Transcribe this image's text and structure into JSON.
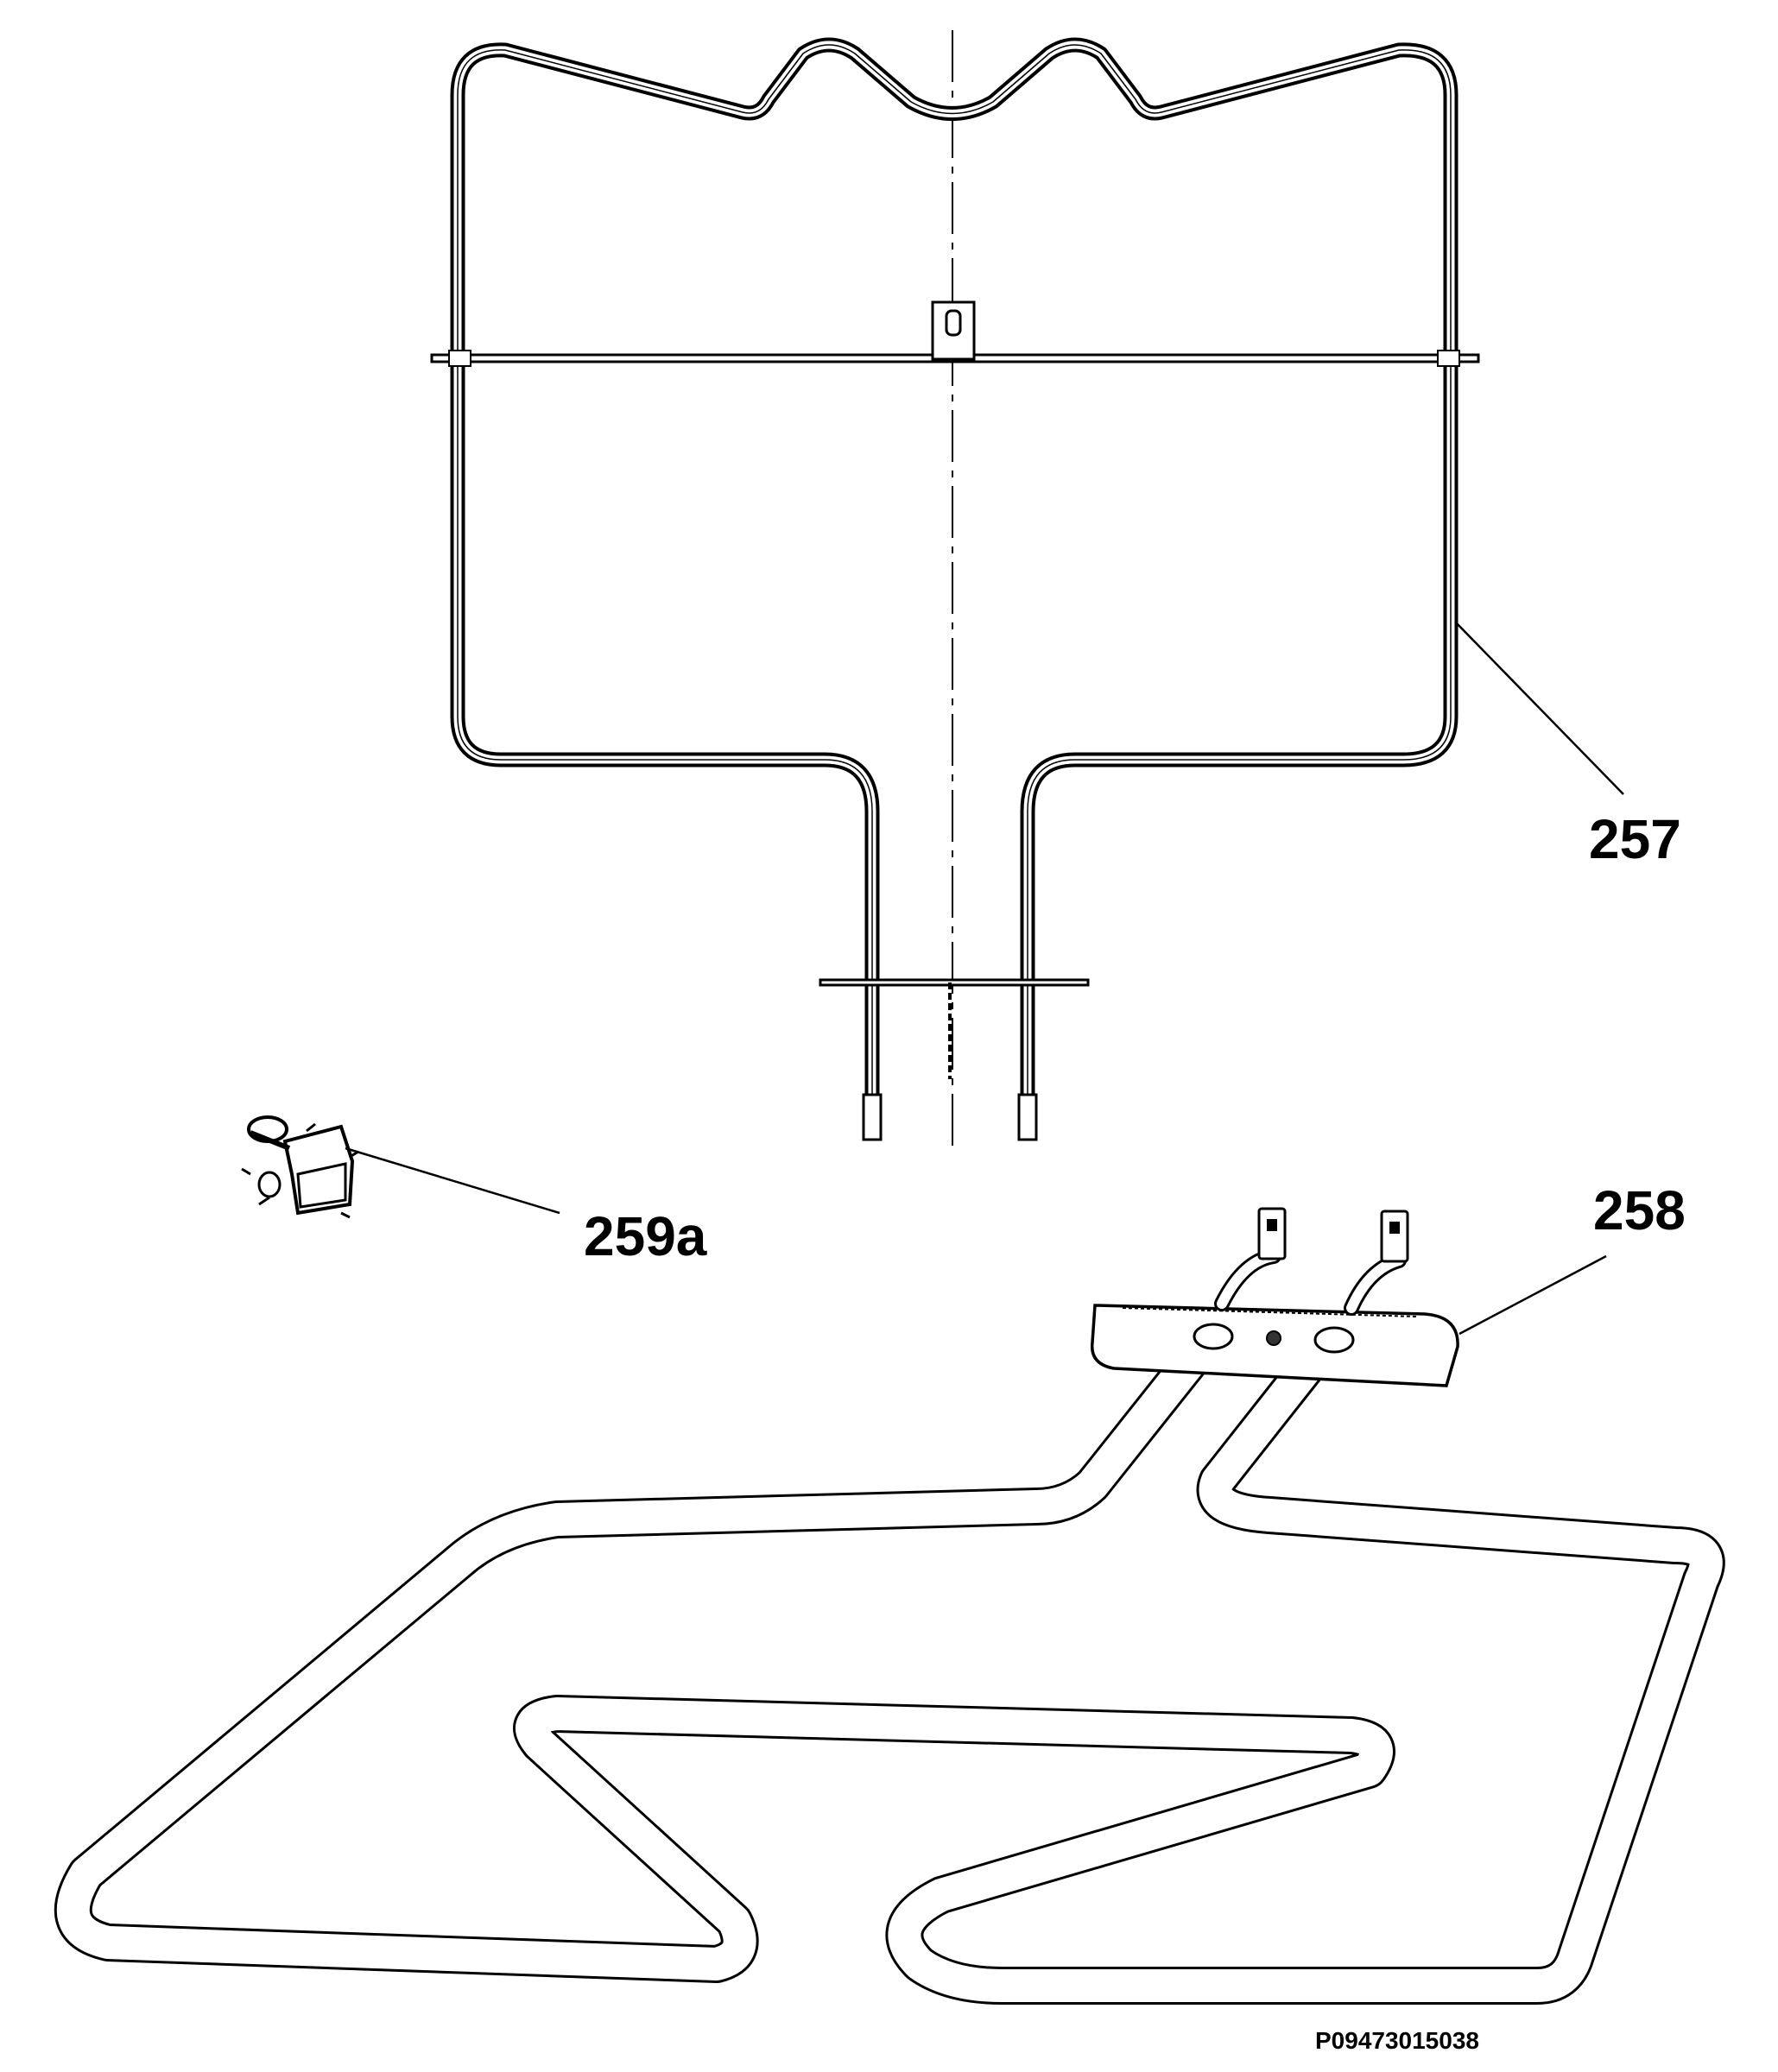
{
  "parts": [
    {
      "id": "257",
      "label": "257"
    },
    {
      "id": "258",
      "label": "258"
    },
    {
      "id": "259a",
      "label": "259a"
    }
  ],
  "reference_code": "P09473015038",
  "colors": {
    "ink": "#000000",
    "tube_fill": "#ffffff",
    "background": "#ffffff"
  }
}
